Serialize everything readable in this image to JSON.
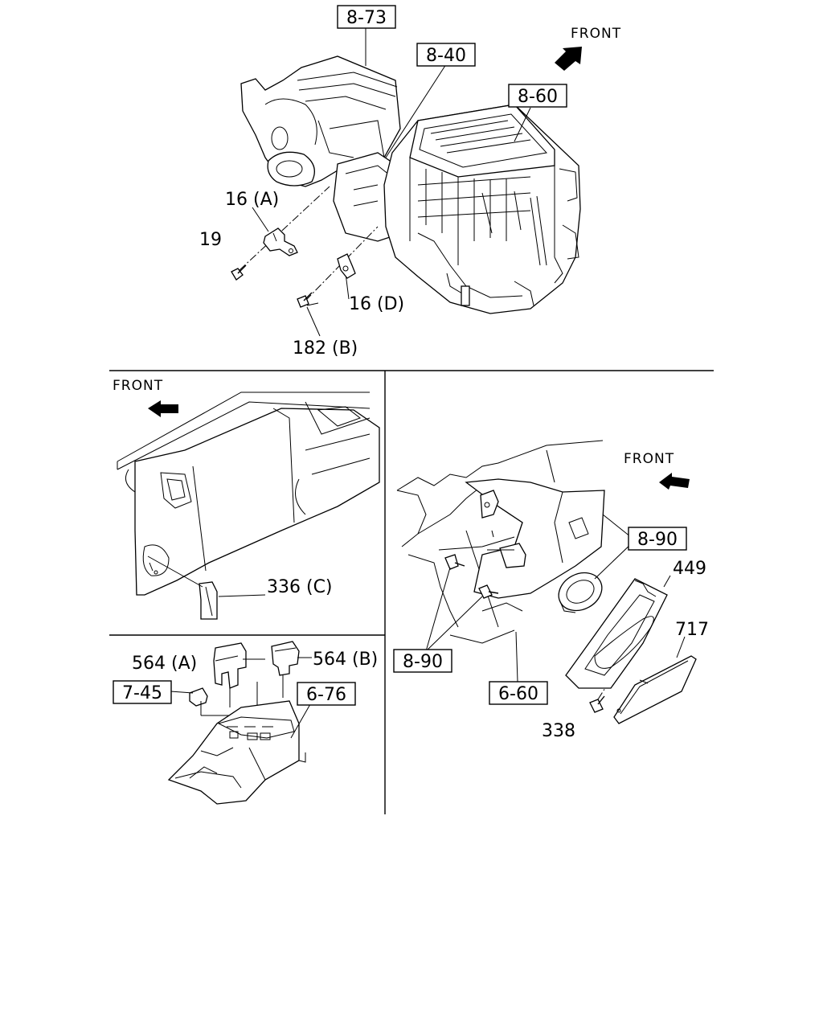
{
  "front_label": "FRONT",
  "top_section": {
    "ref_8_73": "8-73",
    "ref_8_40": "8-40",
    "ref_8_60": "8-60",
    "part_16a": "16 (A)",
    "part_19": "19",
    "part_16d": "16 (D)",
    "part_182b": "182 (B)"
  },
  "dash_section": {
    "part_336c": "336 (C)"
  },
  "console_section": {
    "part_564a": "564 (A)",
    "part_564b": "564 (B)",
    "ref_7_45": "7-45",
    "ref_6_76": "6-76"
  },
  "glovebox_section": {
    "ref_8_90_upper": "8-90",
    "part_449": "449",
    "part_717": "717",
    "ref_8_90_lower": "8-90",
    "ref_6_60": "6-60",
    "part_338": "338"
  }
}
